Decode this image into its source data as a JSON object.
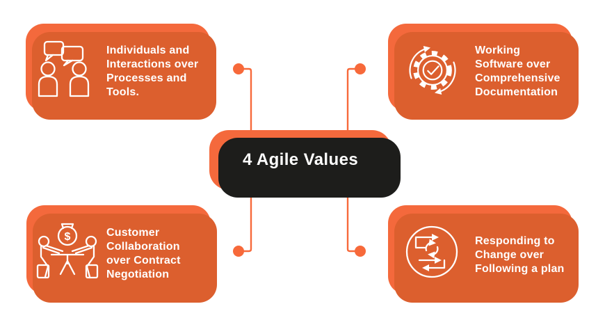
{
  "title": {
    "label": "4 Agile Values"
  },
  "cards": [
    {
      "name": "individuals-interactions",
      "icon": "people-conversation-icon",
      "text": "Individuals and\nInteractions over\nProcesses and\nTools."
    },
    {
      "name": "working-software",
      "icon": "gear-checkmark-cycle-icon",
      "text": "Working\nSoftware over\nComprehensive\nDocumentation"
    },
    {
      "name": "customer-collaboration",
      "icon": "people-table-money-icon",
      "text": "Customer\nCollaboration\nover Contract\nNegotiation"
    },
    {
      "name": "responding-to-change",
      "icon": "change-loop-icon",
      "text": "Responding to\nChange over\nFollowing a plan"
    }
  ],
  "icons": {
    "money_symbol": "$"
  },
  "colors": {
    "card_orange": "#F4693C",
    "card_shadow_orange": "#DC5F2E",
    "center_shadow_black": "#1D1D1B",
    "connector_orange": "#F7693A",
    "text_white": "#FFFFFF",
    "background": "#FFFFFF"
  }
}
